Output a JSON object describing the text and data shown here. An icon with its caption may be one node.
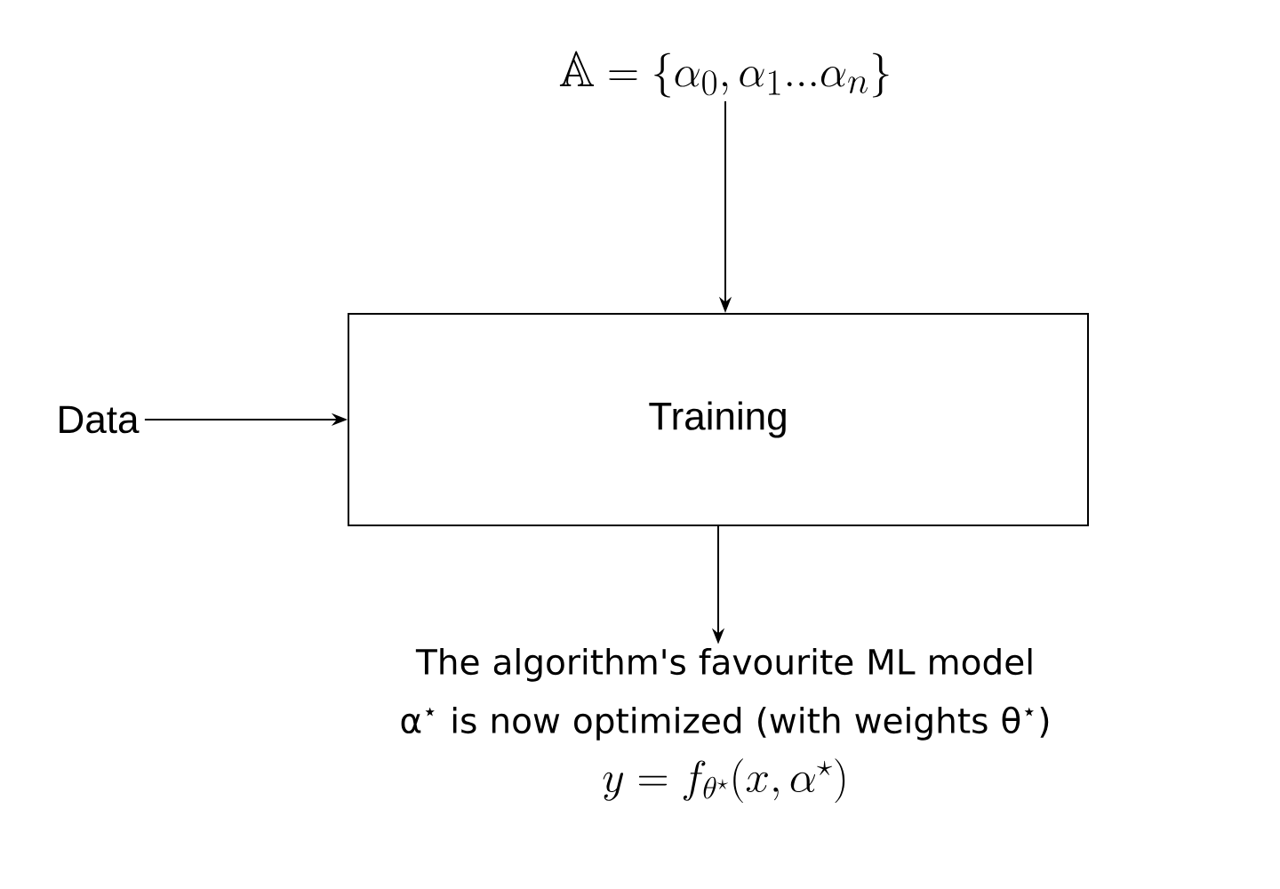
{
  "diagram": {
    "nodes": [
      {
        "text": [
          "\\mathbb{A} = \\{\\alpha_0, \\alpha_1 ... \\alpha_n\\}"
        ]
      },
      {
        "text": [
          "Training"
        ]
      },
      {
        "text": [
          "Data"
        ]
      },
      {
        "text": [
          "The algorithm's favourite ML model α$^{⋆}$ is now optimized (with weights θ$^{⋆}$)",
          "y = f_{\\theta^\\star}(x, \\alpha^\\star)"
        ]
      }
    ],
    "edges": [
      {
        "from": 0,
        "to": 1,
        "arrow": "to"
      },
      {
        "from": 2,
        "to": 1,
        "arrow": "to"
      },
      {
        "from": 1,
        "to": 3,
        "arrow": "to"
      }
    ]
  }
}
